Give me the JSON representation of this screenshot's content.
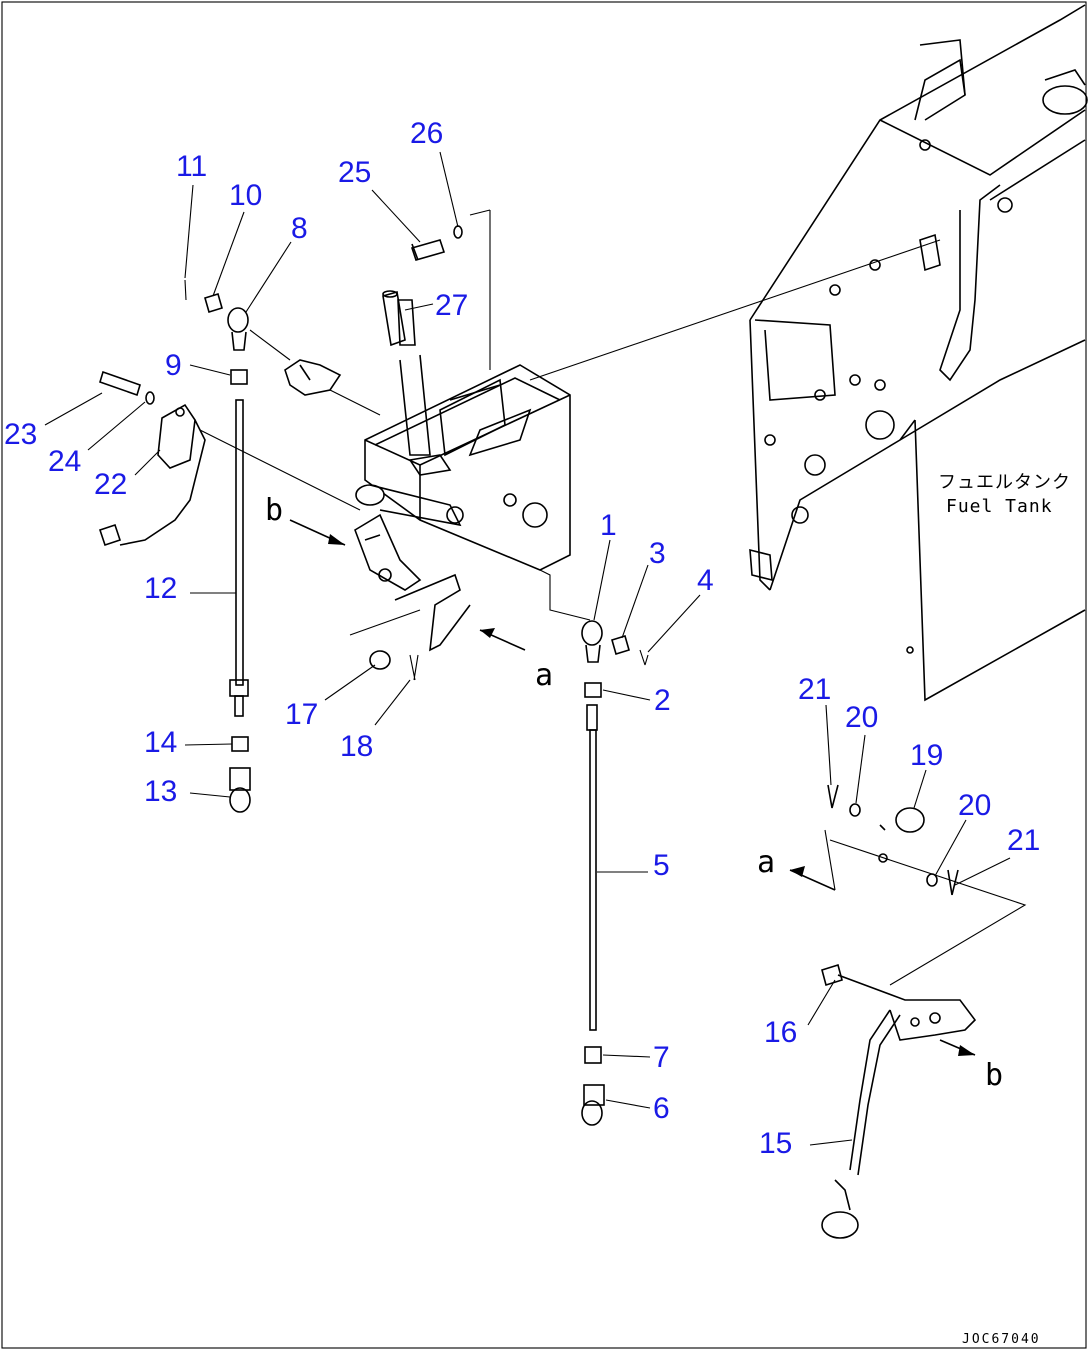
{
  "part_numbers": [
    "1",
    "2",
    "3",
    "4",
    "5",
    "6",
    "7",
    "8",
    "9",
    "10",
    "11",
    "12",
    "13",
    "14",
    "15",
    "16",
    "17",
    "18",
    "19",
    "20",
    "20",
    "21",
    "21",
    "22",
    "23",
    "24",
    "25",
    "26",
    "27"
  ],
  "view_labels": {
    "a_main": "a",
    "b_main": "b",
    "a_detail": "a",
    "b_detail": "b"
  },
  "tank_label": {
    "jp": "フュエルタンク",
    "en": "Fuel Tank"
  },
  "drawing_code": "JOC67040"
}
